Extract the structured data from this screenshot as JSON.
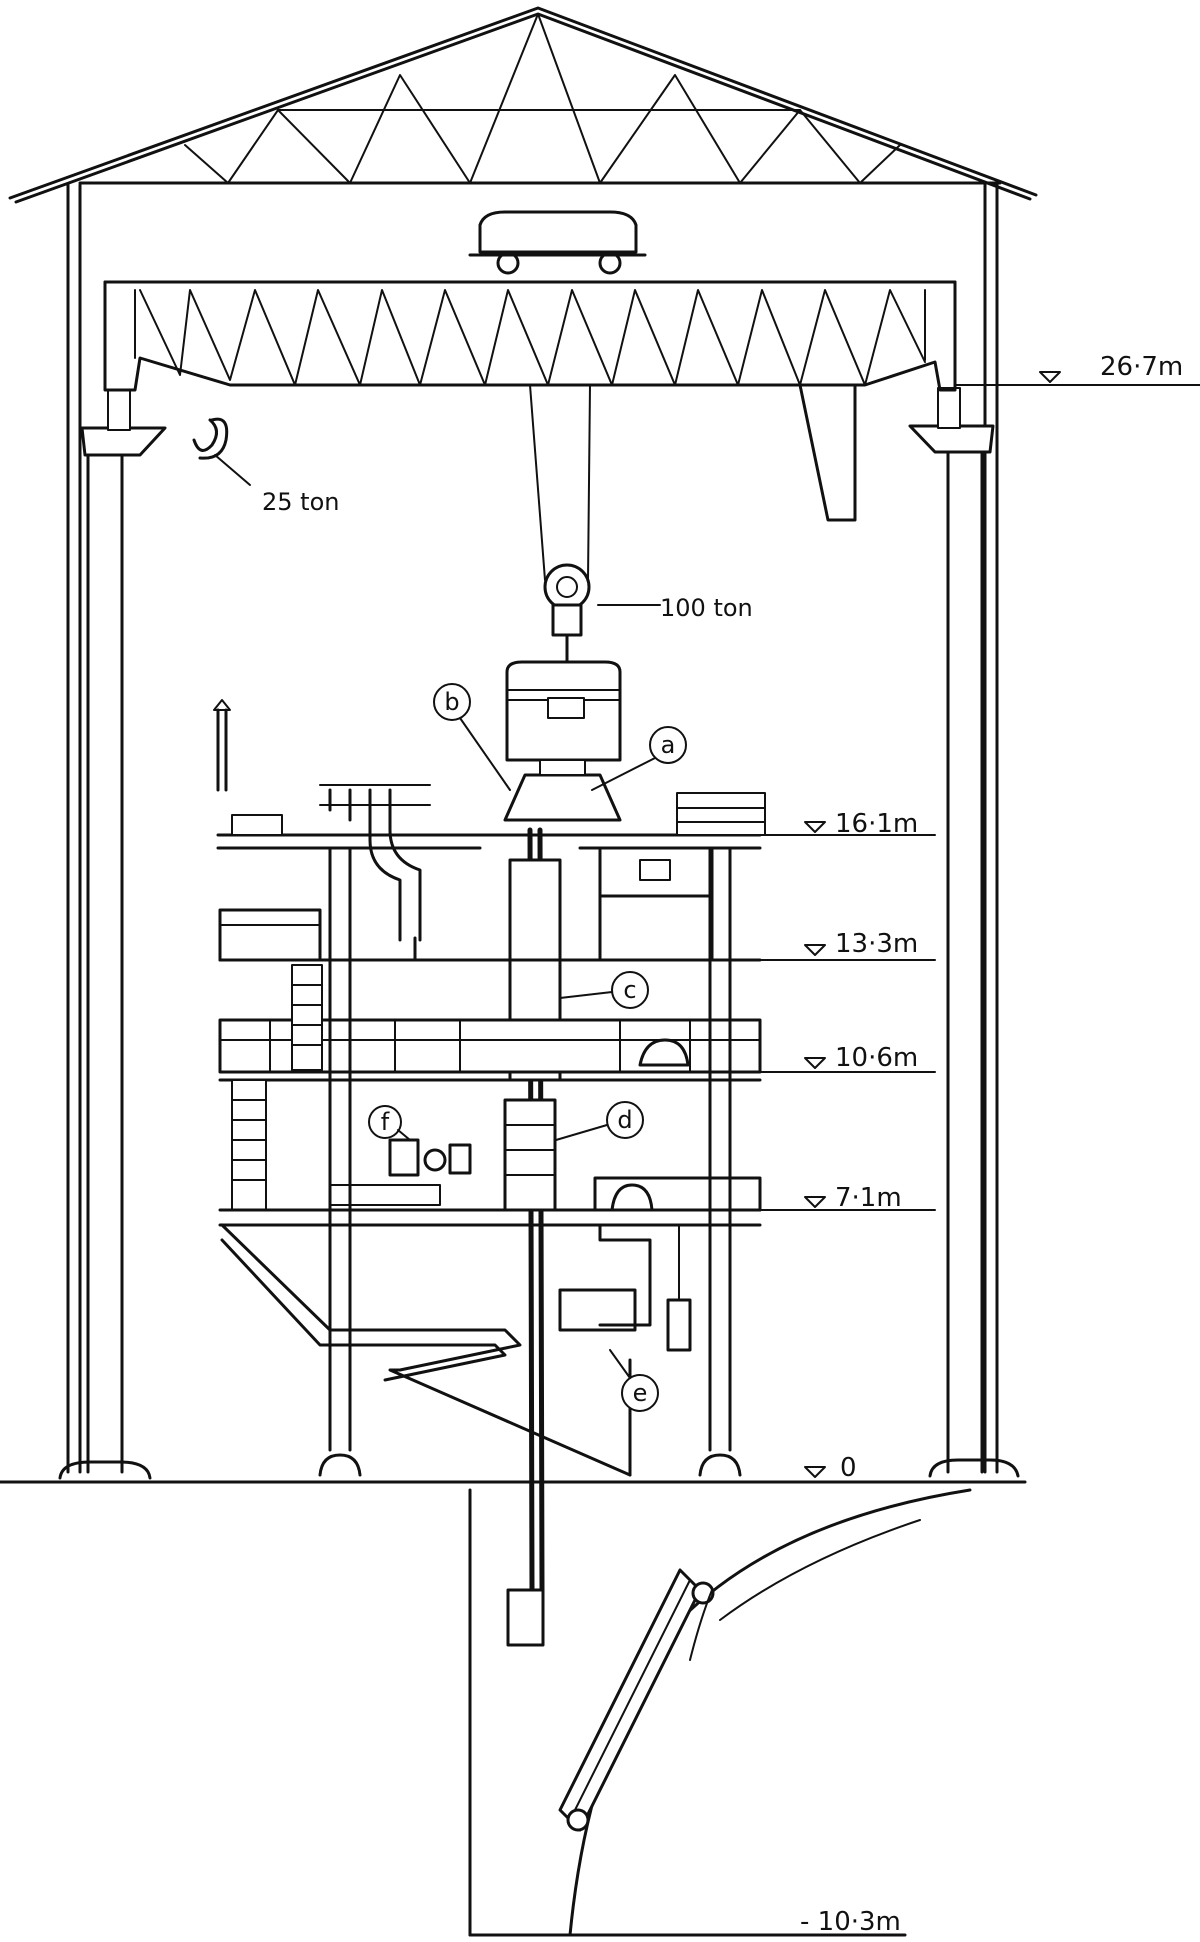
{
  "levels": {
    "crane_rail": "26·7m",
    "floor_16": "16·1m",
    "floor_13": "13·3m",
    "floor_10": "10·6m",
    "floor_7": "7·1m",
    "ground": "0",
    "pit_bottom": "- 10·3m"
  },
  "capacities": {
    "aux_hook": "25 ton",
    "main_hook": "100 ton"
  },
  "part_markers": {
    "a": "a",
    "b": "b",
    "c": "c",
    "d": "d",
    "e": "e",
    "f": "f"
  }
}
